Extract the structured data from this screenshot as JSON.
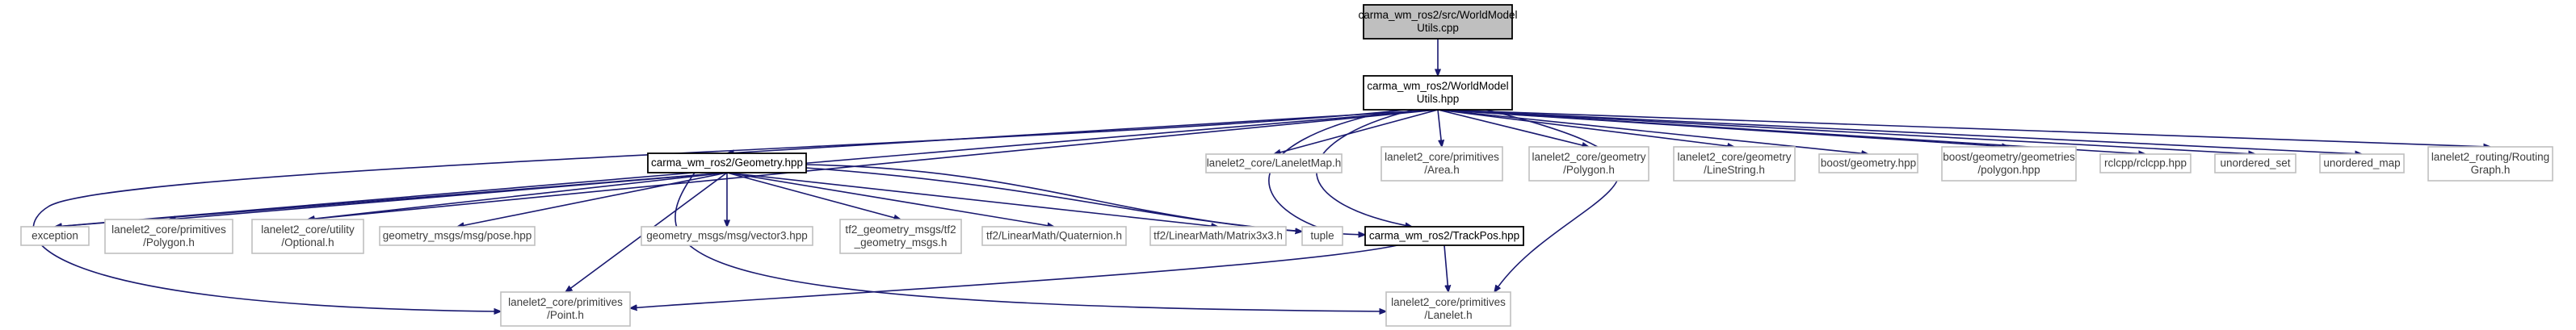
{
  "graph": {
    "nodes": [
      {
        "id": "root",
        "kind": "root",
        "lines": [
          "carma_wm_ros2/src/WorldModel",
          "Utils.cpp"
        ]
      },
      {
        "id": "wmu",
        "kind": "doc",
        "lines": [
          "carma_wm_ros2/WorldModel",
          "Utils.hpp"
        ]
      },
      {
        "id": "geometry",
        "kind": "doc",
        "lines": [
          "carma_wm_ros2/Geometry.hpp"
        ]
      },
      {
        "id": "llmap",
        "kind": "ext",
        "lines": [
          "lanelet2_core/LaneletMap.h"
        ]
      },
      {
        "id": "area",
        "kind": "ext",
        "lines": [
          "lanelet2_core/primitives",
          "/Area.h"
        ]
      },
      {
        "id": "geompoly",
        "kind": "ext",
        "lines": [
          "lanelet2_core/geometry",
          "/Polygon.h"
        ]
      },
      {
        "id": "linestring",
        "kind": "ext",
        "lines": [
          "lanelet2_core/geometry",
          "/LineString.h"
        ]
      },
      {
        "id": "boostgeom",
        "kind": "ext",
        "lines": [
          "boost/geometry.hpp"
        ]
      },
      {
        "id": "boostpoly",
        "kind": "ext",
        "lines": [
          "boost/geometry/geometries",
          "/polygon.hpp"
        ]
      },
      {
        "id": "rclcpp",
        "kind": "ext",
        "lines": [
          "rclcpp/rclcpp.hpp"
        ]
      },
      {
        "id": "uset",
        "kind": "ext",
        "lines": [
          "unordered_set"
        ]
      },
      {
        "id": "umap",
        "kind": "ext",
        "lines": [
          "unordered_map"
        ]
      },
      {
        "id": "routing",
        "kind": "ext",
        "lines": [
          "lanelet2_routing/Routing",
          "Graph.h"
        ]
      },
      {
        "id": "exception",
        "kind": "ext",
        "lines": [
          "exception"
        ]
      },
      {
        "id": "primpoly",
        "kind": "ext",
        "lines": [
          "lanelet2_core/primitives",
          "/Polygon.h"
        ]
      },
      {
        "id": "optional",
        "kind": "ext",
        "lines": [
          "lanelet2_core/utility",
          "/Optional.h"
        ]
      },
      {
        "id": "pose",
        "kind": "ext",
        "lines": [
          "geometry_msgs/msg/pose.hpp"
        ]
      },
      {
        "id": "vector3",
        "kind": "ext",
        "lines": [
          "geometry_msgs/msg/vector3.hpp"
        ]
      },
      {
        "id": "tf2msgs",
        "kind": "ext",
        "lines": [
          "tf2_geometry_msgs/tf2",
          "_geometry_msgs.h"
        ]
      },
      {
        "id": "quat",
        "kind": "ext",
        "lines": [
          "tf2/LinearMath/Quaternion.h"
        ]
      },
      {
        "id": "matrix",
        "kind": "ext",
        "lines": [
          "tf2/LinearMath/Matrix3x3.h"
        ]
      },
      {
        "id": "tuple",
        "kind": "ext",
        "lines": [
          "tuple"
        ]
      },
      {
        "id": "trackpos",
        "kind": "doc",
        "lines": [
          "carma_wm_ros2/TrackPos.hpp"
        ]
      },
      {
        "id": "point",
        "kind": "ext",
        "lines": [
          "lanelet2_core/primitives",
          "/Point.h"
        ]
      },
      {
        "id": "lanelet",
        "kind": "ext",
        "lines": [
          "lanelet2_core/primitives",
          "/Lanelet.h"
        ]
      }
    ],
    "edges": [
      [
        "root",
        "wmu"
      ],
      [
        "wmu",
        "geometry"
      ],
      [
        "wmu",
        "llmap"
      ],
      [
        "wmu",
        "area"
      ],
      [
        "wmu",
        "geompoly"
      ],
      [
        "wmu",
        "linestring"
      ],
      [
        "wmu",
        "boostgeom"
      ],
      [
        "wmu",
        "boostpoly"
      ],
      [
        "wmu",
        "rclcpp"
      ],
      [
        "wmu",
        "uset"
      ],
      [
        "wmu",
        "umap"
      ],
      [
        "wmu",
        "routing"
      ],
      [
        "wmu",
        "exception"
      ],
      [
        "wmu",
        "optional"
      ],
      [
        "wmu",
        "point"
      ],
      [
        "wmu",
        "trackpos"
      ],
      [
        "wmu",
        "tuple"
      ],
      [
        "wmu",
        "lanelet"
      ],
      [
        "geometry",
        "exception"
      ],
      [
        "geometry",
        "primpoly"
      ],
      [
        "geometry",
        "optional"
      ],
      [
        "geometry",
        "pose"
      ],
      [
        "geometry",
        "vector3"
      ],
      [
        "geometry",
        "tf2msgs"
      ],
      [
        "geometry",
        "quat"
      ],
      [
        "geometry",
        "matrix"
      ],
      [
        "geometry",
        "tuple"
      ],
      [
        "geometry",
        "trackpos"
      ],
      [
        "geometry",
        "point"
      ],
      [
        "geometry",
        "lanelet"
      ],
      [
        "trackpos",
        "point"
      ],
      [
        "trackpos",
        "lanelet"
      ]
    ]
  },
  "colors": {
    "edge": "#191970",
    "root_fill": "#bfbfbf",
    "ext_border": "#bfbfbf",
    "doc_border": "#000000",
    "background": "#ffffff"
  }
}
